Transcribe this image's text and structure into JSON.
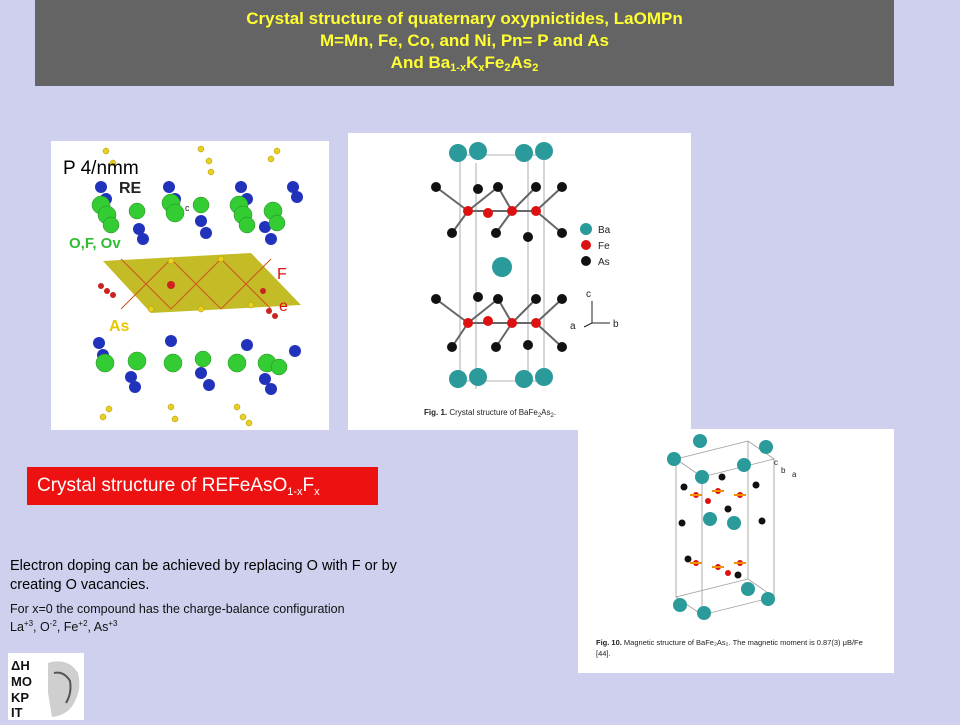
{
  "title": {
    "line1": "Crystal structure of quaternary oxypnictides, LaOMPn",
    "line2": "M=Mn, Fe, Co, and Ni, Pn= P and As",
    "line3_prefix": "And Ba",
    "line3_sub1": "1-x",
    "line3_k": "K",
    "line3_sub2": "x",
    "line3_fe": "Fe",
    "line3_sub3": "2",
    "line3_as": "As",
    "line3_sub4": "2"
  },
  "fig_left": {
    "space_group": "P 4/nmm",
    "label_re": "RE",
    "label_ofov": "O,F, Ov",
    "label_f": "F",
    "label_e": "e",
    "label_as": "As",
    "label_c": "c",
    "colors": {
      "re": "#2233bb",
      "oxygen": "#33cc33",
      "iron": "#cc2222",
      "arsenic": "#e8d020",
      "plane": "#b8b000"
    }
  },
  "fig_mid": {
    "legend_ba": "Ba",
    "legend_fe": "Fe",
    "legend_as": "As",
    "axis_c": "c",
    "axis_a": "a",
    "axis_b": "b",
    "caption_bold": "Fig. 1.",
    "caption_text": " Crystal structure of BaFe",
    "caption_sub1": "2",
    "caption_as": "As",
    "caption_sub2": "2",
    "caption_end": ".",
    "colors": {
      "ba": "#2a9a9a",
      "fe": "#dd1111",
      "as": "#111111"
    }
  },
  "fig_right": {
    "axis_c": "c",
    "axis_b": "b",
    "axis_a": "a",
    "caption_bold": "Fig. 10.",
    "caption_line1": " Magnetic structure of BaFe₂As₂. The magnetic moment is 0.87(3) μB/Fe",
    "caption_line2": "[44]."
  },
  "highlight": {
    "prefix": "Crystal structure of REFeAsO",
    "sub1": "1-x",
    "f": "F",
    "sub2": "x"
  },
  "text": {
    "para1": "Electron doping can be achieved by replacing O with F or by creating O vacancies.",
    "para2": "For x=0 the compound has the charge-balance configuration",
    "config": {
      "la": "La",
      "la_sup": "+3",
      "o": "O",
      "o_sup": "-2",
      "fe": "Fe",
      "fe_sup": "+2",
      "as": "As",
      "as_sup": "+3"
    }
  },
  "logo": {
    "letters": "ΔHMOKPITOΣ"
  }
}
